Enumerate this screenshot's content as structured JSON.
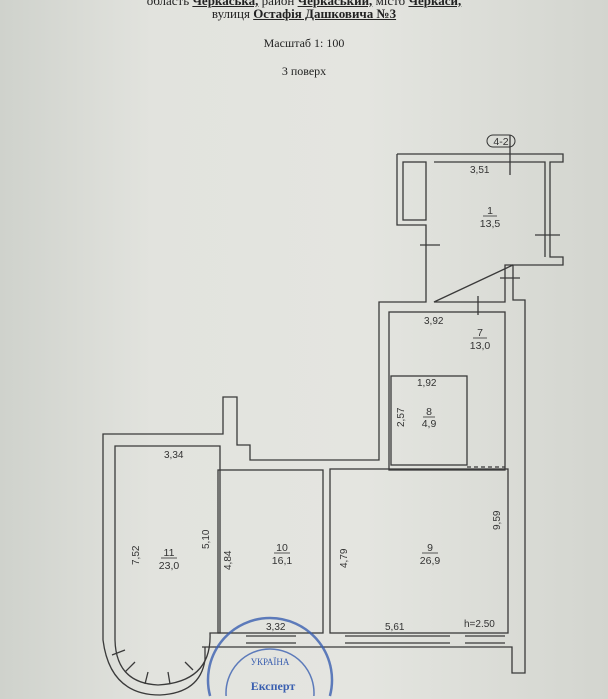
{
  "header": {
    "address_line_1": {
      "oblast_prefix": "область",
      "oblast": "Черкаська,",
      "raion_prefix": "район",
      "raion": "Черкаський,",
      "city_prefix": "місто",
      "city": "Черкаси,"
    },
    "address_line_2": {
      "street_prefix": "вулиця",
      "street": "Остафія Дашковича №3"
    },
    "scale": "Масштаб 1: 100",
    "floor": "3 поверх"
  },
  "plan": {
    "marker": "4-2",
    "height_note": "h=2.50",
    "rooms": [
      {
        "number": "1",
        "area": "13,5",
        "dims": [
          "3,51"
        ]
      },
      {
        "number": "7",
        "area": "13,0",
        "dims": [
          "3,92"
        ]
      },
      {
        "number": "8",
        "area": "4,9",
        "dims": [
          "1,92",
          "2,57"
        ]
      },
      {
        "number": "9",
        "area": "26,9",
        "dims": [
          "5,61",
          "4,79",
          "9,59"
        ]
      },
      {
        "number": "10",
        "area": "16,1",
        "dims": [
          "3,32",
          "4,84"
        ]
      },
      {
        "number": "11",
        "area": "23,0",
        "dims": [
          "3,34",
          "7,52",
          "5,10"
        ]
      }
    ]
  },
  "stamp": {
    "text_top": "УКРАЇНА",
    "text_center": "Експерт",
    "color": "#3a5fb0"
  },
  "colors": {
    "paper": "#e2e3de",
    "lines": "#3a3a3a"
  }
}
